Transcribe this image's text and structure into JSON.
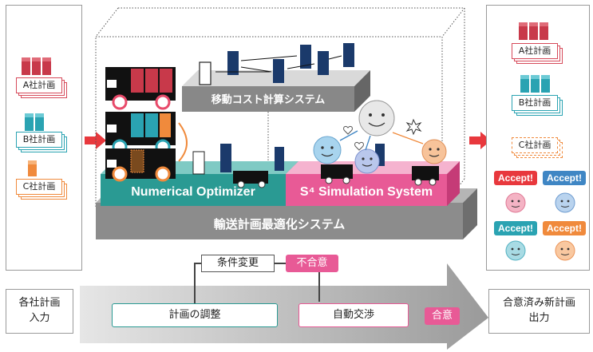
{
  "left_panel": {
    "docs": [
      "A社計画",
      "B社計画",
      "C社計画"
    ]
  },
  "center": {
    "cost_label": "移動コスト計算システム",
    "optimizer_label": "Numerical Optimizer",
    "simulation_label": "S⁴ Simulation System",
    "system_label": "輸送計画最適化システム"
  },
  "right_panel": {
    "docs": [
      "A社計画",
      "B社計画",
      "C社計画"
    ],
    "accepts": [
      "Accept!",
      "Accept!",
      "Accept!",
      "Accept!"
    ]
  },
  "flow": {
    "input_label": "各社計画\n入力",
    "condition_change": "条件変更",
    "disagree": "不合意",
    "adjust": "計画の調整",
    "negotiation": "自動交渉",
    "agree": "合意",
    "output_label": "合意済み新計画\n出力"
  },
  "colors": {
    "red": "#e8383d",
    "teal": "#2a9a93",
    "pink": "#e85a96",
    "blue": "#3f86c4",
    "orange": "#f08a3c",
    "gray": "#8c8c8c"
  }
}
